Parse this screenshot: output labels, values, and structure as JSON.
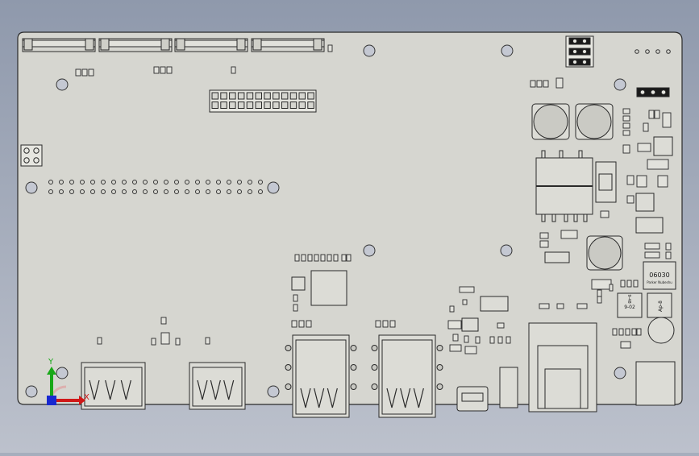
{
  "view": {
    "background_top": "#8f99ac",
    "background_bottom": "#b9bfcb",
    "board_color": "#d6d6d0",
    "edge_color": "#2a2a2a"
  },
  "labels": {
    "chip_a": "06030",
    "chip_a_sub": "Parker Nubeshu",
    "chip_b": "Ap-8",
    "chip_c": "9-02",
    "chip_d": "9-48"
  },
  "triad": {
    "y_label": "Y",
    "x_label": "X",
    "x_color": "#d01818",
    "y_color": "#18a818",
    "z_color": "#1828d0"
  }
}
